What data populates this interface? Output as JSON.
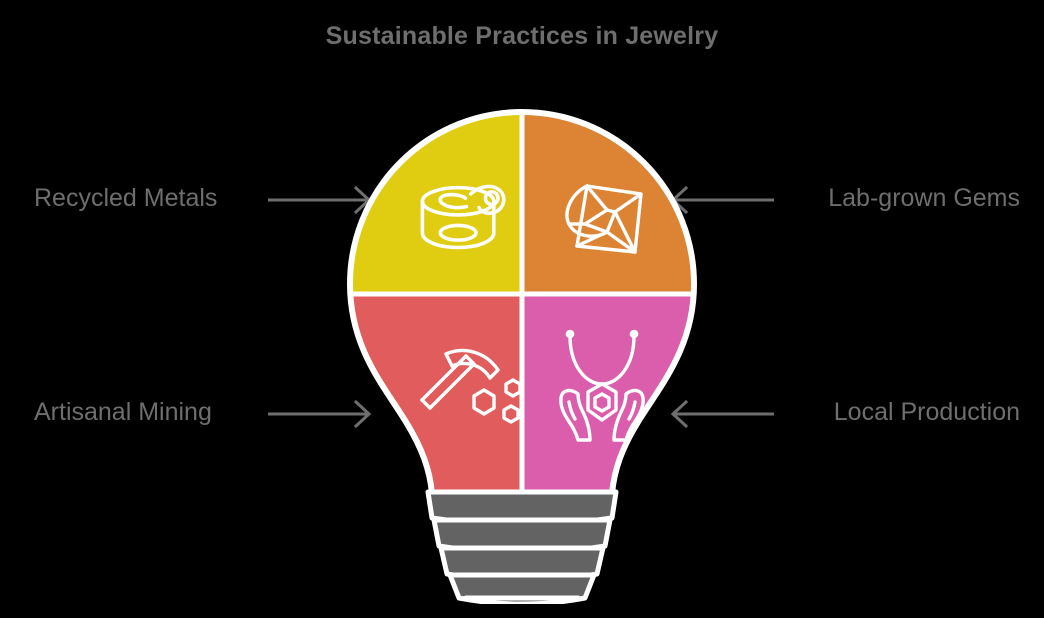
{
  "header": {
    "title": "Sustainable Practices in Jewelry"
  },
  "theme": {
    "background": "#000000",
    "text_color": "#6e6e6e",
    "arrow_color": "#6e6e6e",
    "outline_color": "#ffffff",
    "base_color": "#636363"
  },
  "diagram": {
    "shape": "lightbulb",
    "segment_count": 4,
    "segments": [
      {
        "id": "recycled-metals",
        "label": "Recycled Metals",
        "position": "top-left",
        "color": "#e0cc10",
        "icon": "tin-can-icon",
        "arrow": "arrow-right",
        "label_side": "left"
      },
      {
        "id": "lab-grown-gems",
        "label": "Lab-grown Gems",
        "position": "top-right",
        "color": "#dc8334",
        "icon": "gem-icon",
        "arrow": "arrow-left",
        "label_side": "right"
      },
      {
        "id": "artisanal-mining",
        "label": "Artisanal Mining",
        "position": "bottom-left",
        "color": "#e15c5c",
        "icon": "pickaxe-ore-icon",
        "arrow": "arrow-right",
        "label_side": "left"
      },
      {
        "id": "local-production",
        "label": "Local Production",
        "position": "bottom-right",
        "color": "#db5eac",
        "icon": "necklace-in-hands-icon",
        "arrow": "arrow-left",
        "label_side": "right"
      }
    ]
  }
}
